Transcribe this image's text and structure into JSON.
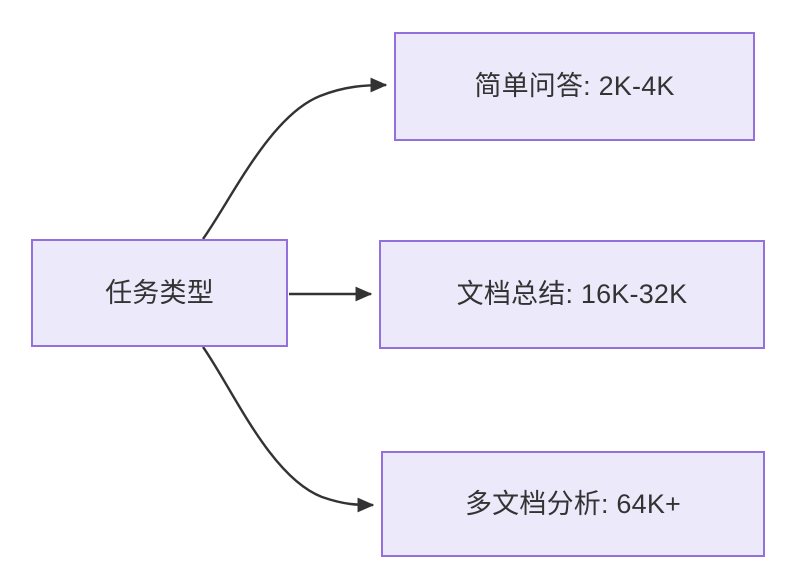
{
  "diagram": {
    "type": "flowchart",
    "direction": "left-to-right",
    "background_color": "#FFFFFF",
    "node_fill_color": "#ECEAFA",
    "node_border_color": "#9370DB",
    "node_text_color": "#333333",
    "edge_color": "#333333",
    "source": {
      "id": "task-type",
      "label": "任务类型"
    },
    "targets": [
      {
        "id": "simple-qa",
        "label": "简单问答: 2K-4K",
        "task": "简单问答",
        "range": "2K-4K",
        "edge_style": "curved"
      },
      {
        "id": "doc-summary",
        "label": "文档总结: 16K-32K",
        "task": "文档总结",
        "range": "16K-32K",
        "edge_style": "straight"
      },
      {
        "id": "multi-doc",
        "label": "多文档分析: 64K+",
        "task": "多文档分析",
        "range": "64K+",
        "edge_style": "curved"
      }
    ]
  }
}
